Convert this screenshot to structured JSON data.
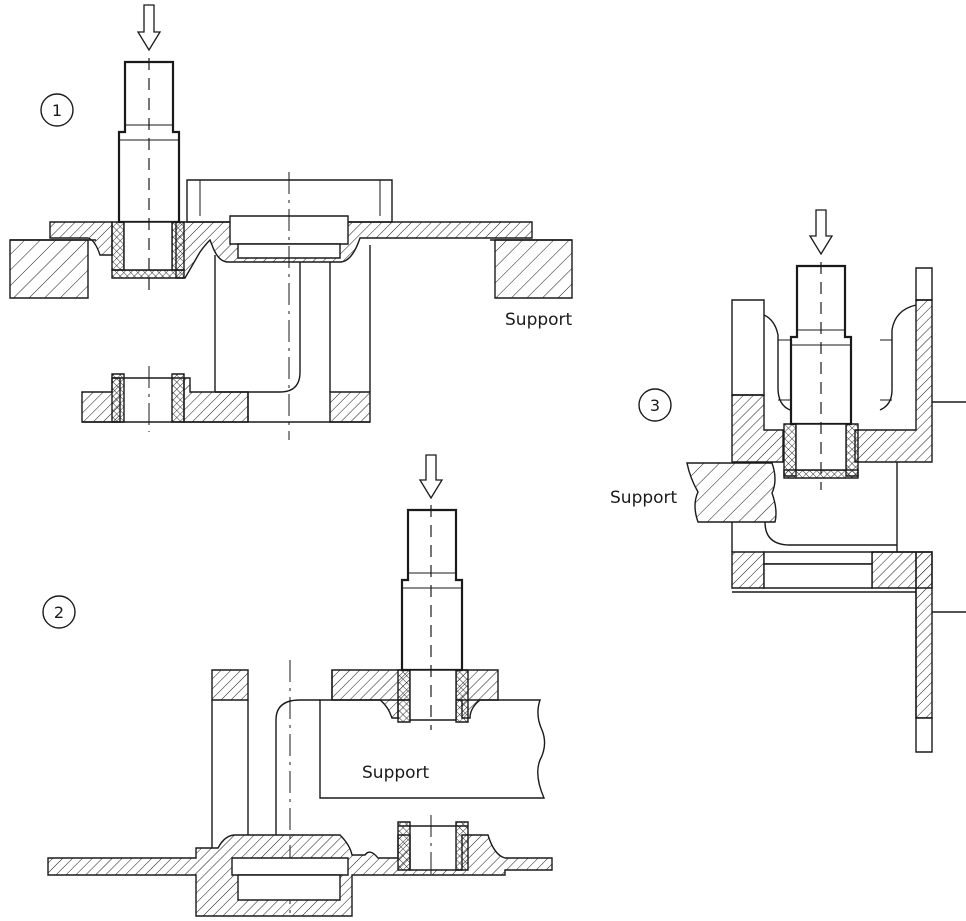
{
  "steps": [
    {
      "number": "1",
      "support_label": "Support"
    },
    {
      "number": "2",
      "support_label": "Support"
    },
    {
      "number": "3",
      "support_label": "Support"
    }
  ]
}
